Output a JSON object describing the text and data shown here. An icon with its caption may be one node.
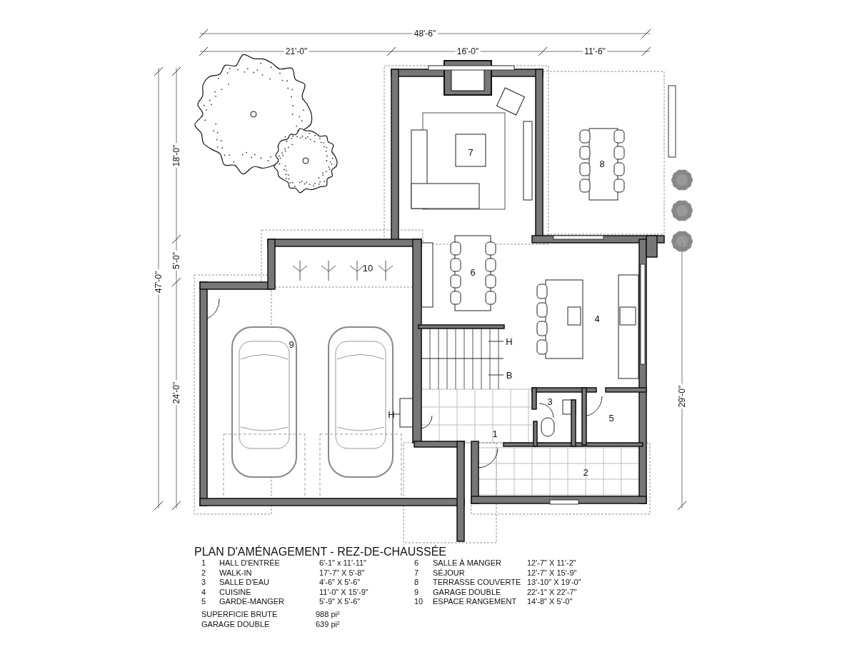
{
  "diagram": {
    "title": "PLAN D'AMÉNAGEMENT - REZ-DE-CHAUSSÉE",
    "labels": [
      "48'-6\"",
      "21'-0\"",
      "16'-0\"",
      "11'-6\"",
      "18'-0\"",
      "47'-0\"",
      "5'-0\"",
      "24'-0\"",
      "29'-0\"",
      "7",
      "8",
      "6",
      "10",
      "4",
      "H",
      "B",
      "9",
      "H",
      "3",
      "5",
      "1",
      "2",
      "1",
      "HALL D'ENTRÉE",
      "6'-1\" x 11'-11\"",
      "6",
      "SALLE À MANGER",
      "12'-7\" X 11'-2\"",
      "2",
      "WALK-IN",
      "17'-7\" X 5'-8\"",
      "7",
      "SÉJOUR",
      "12'-7\" X 15'-9\"",
      "3",
      "SALLE D'EAU",
      "4'-6\" X 5'-6\"",
      "8",
      "TERRASSE COUVERTE",
      "13'-10\" X 19'-0\"",
      "4",
      "CUISINE",
      "11'-0\" X 15'-9\"",
      "9",
      "GARAGE DOUBLE",
      "22'-1\" X 22'-7\"",
      "5",
      "GARDE-MANGER",
      "5'-9\" X 5'-6\"",
      "10",
      "ESPACE RANGEMENT",
      "14'-8\" X 5'-0\"",
      "SUPERFICIE BRUTE",
      "988 pi²",
      "GARAGE DOUBLE",
      "639 pi²"
    ]
  }
}
